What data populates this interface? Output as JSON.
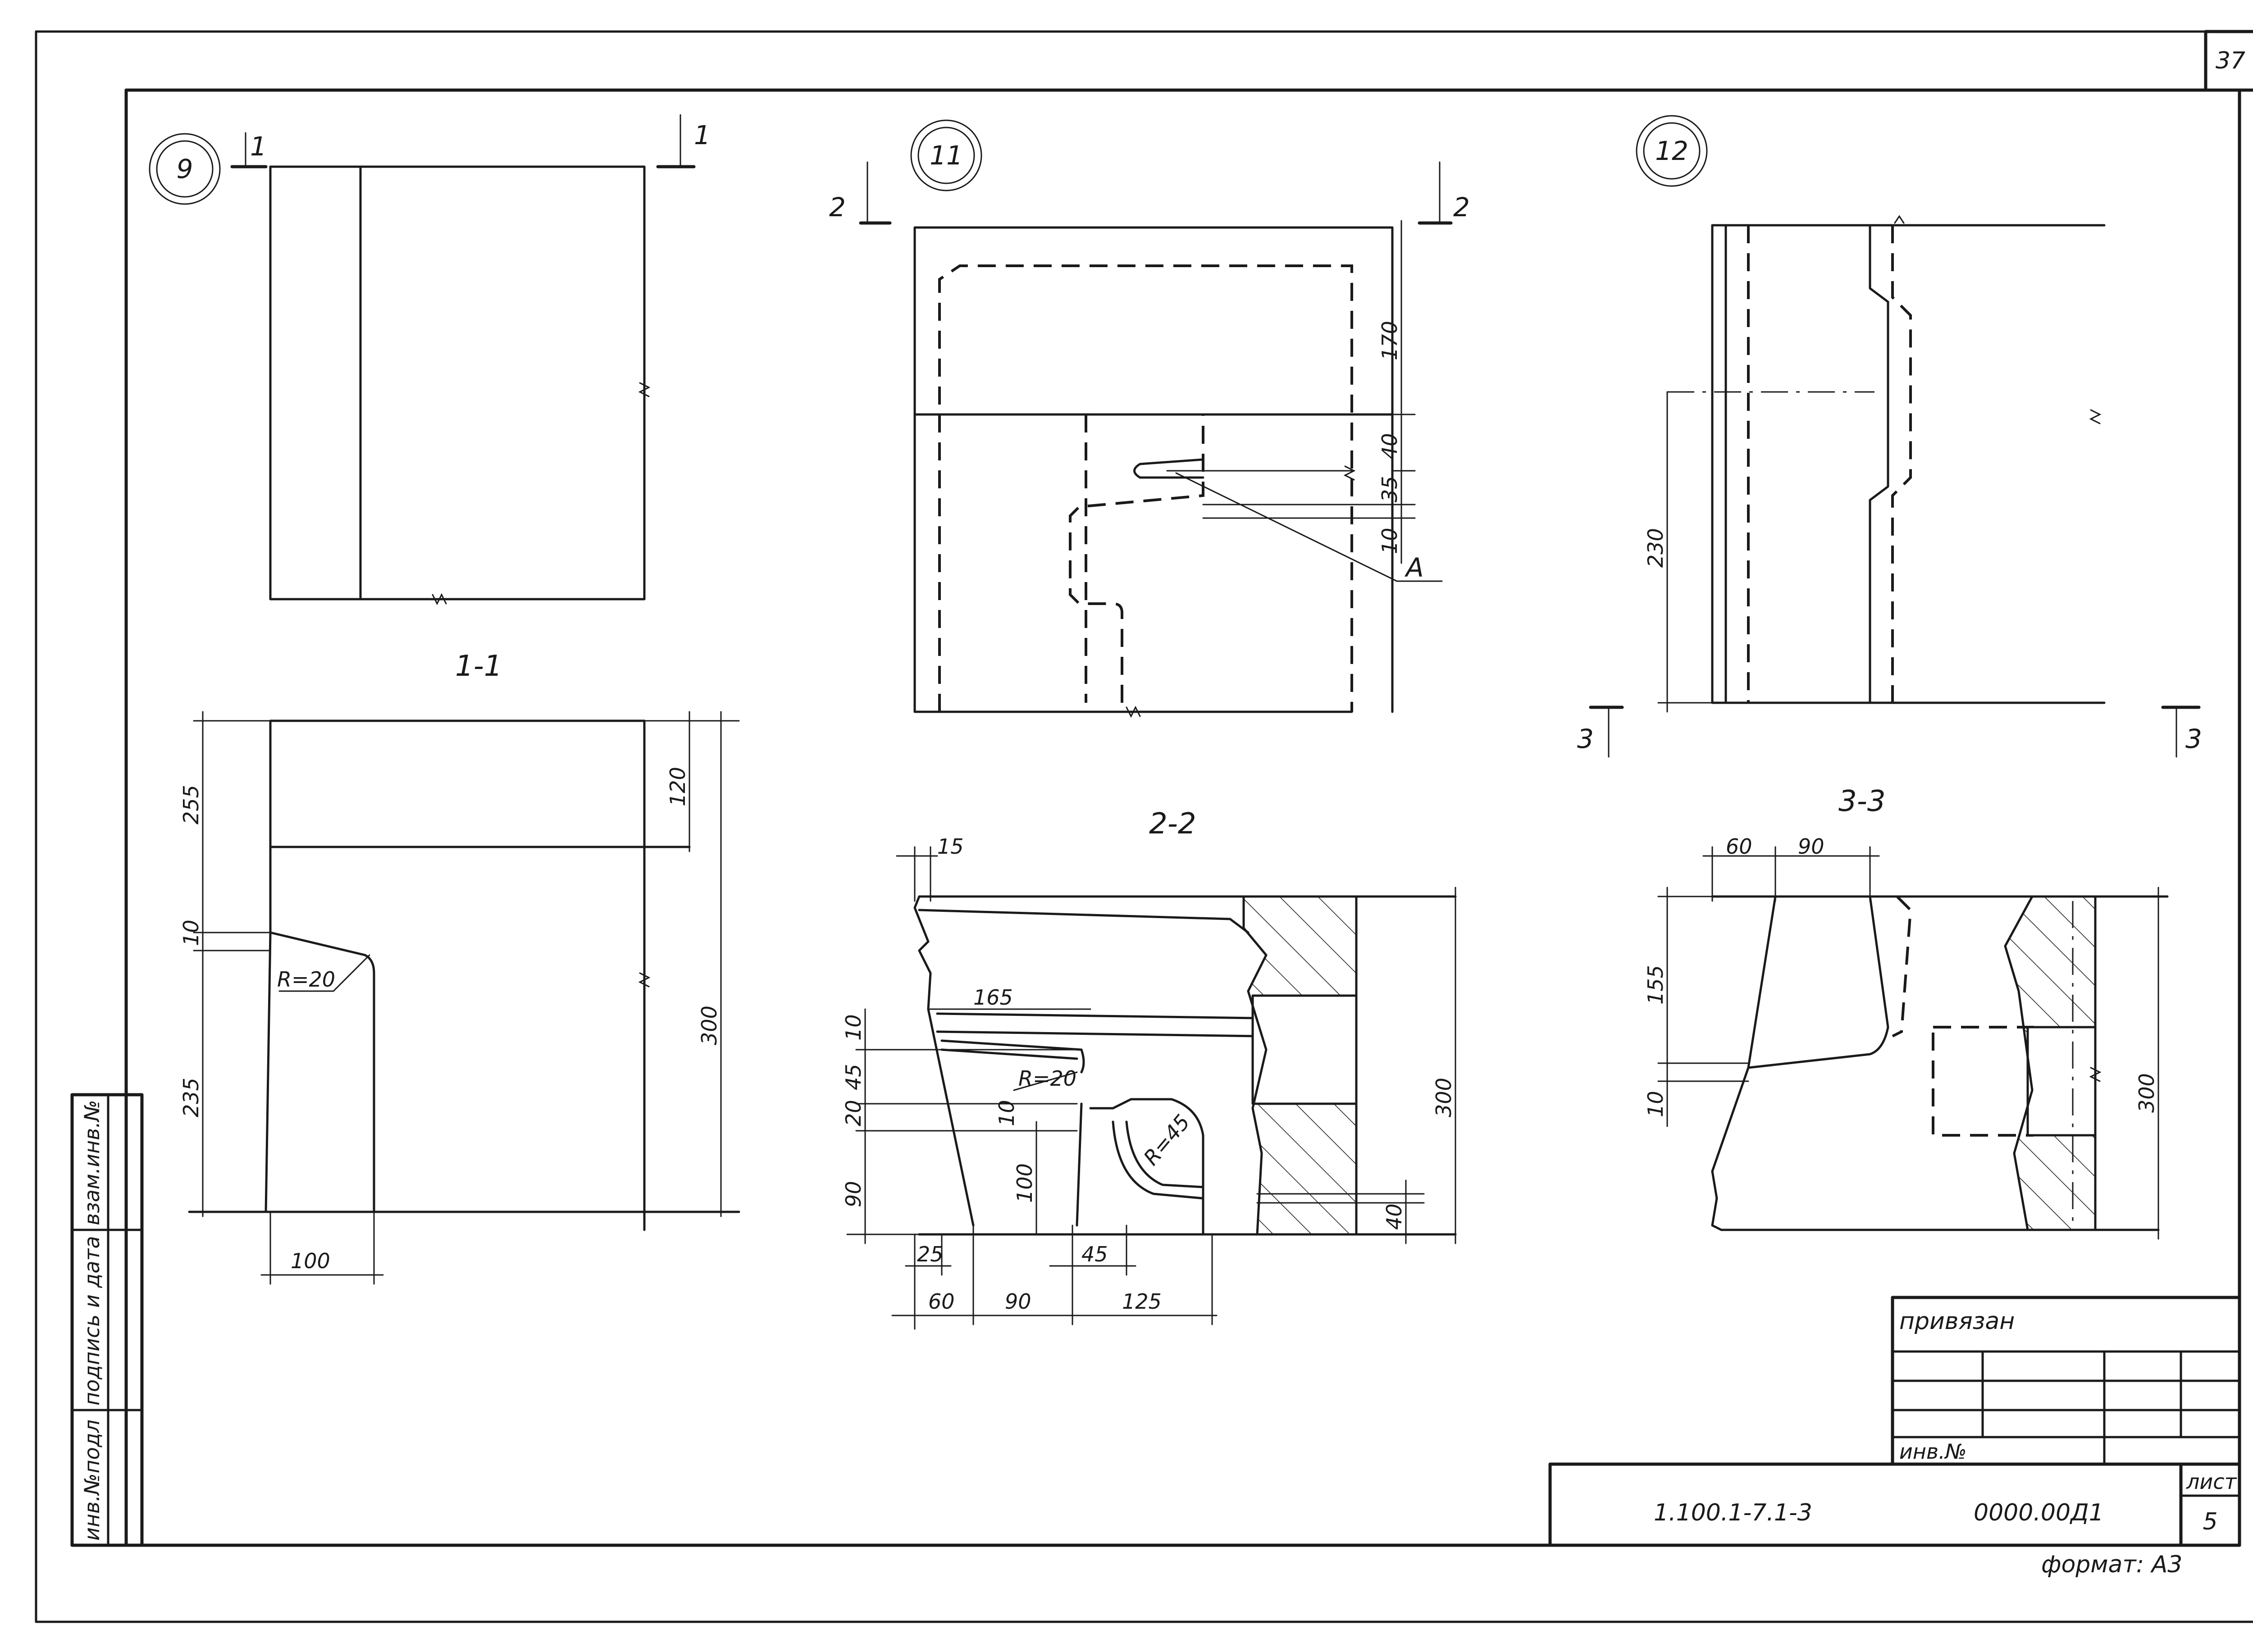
{
  "sheet": {
    "page_number": "37",
    "format": "формат: А3"
  },
  "title_block": {
    "linked_label": "привязан",
    "inv_no_label": "инв.№",
    "doc_code": "1.100.1-7.1-3",
    "doc_number": "0000.00Д1",
    "sheet_label": "лист",
    "sheet_number": "5"
  },
  "side_stamp": {
    "inv_orig": "инв.№подл",
    "sign_date": "подпись и дата",
    "replaces": "взам.инв.№"
  },
  "markers": {
    "m9": "9",
    "m11": "11",
    "m12": "12",
    "cut_1": "1",
    "cut_2": "2",
    "cut_3": "3",
    "leader_a": "А"
  },
  "sections": {
    "s11": "1-1",
    "s22": "2-2",
    "s33": "3-3"
  },
  "dims": {
    "v11_170": "170",
    "v11_40": "40",
    "v11_35": "35",
    "v11_10": "10",
    "v12_230": "230",
    "s11_255": "255",
    "s11_120": "120",
    "s11_10": "10",
    "s11_r20": "R=20",
    "s11_235": "235",
    "s11_300": "300",
    "s11_100": "100",
    "s22_15": "15",
    "s22_165": "165",
    "s22_10a": "10",
    "s22_45": "45",
    "s22_r20": "R=20",
    "s22_20": "20",
    "s22_10b": "10",
    "s22_90": "90",
    "s22_100": "100",
    "s22_r45": "R=45",
    "s22_300": "300",
    "s22_40": "40",
    "s22_25": "25",
    "s22_45b": "45",
    "s22_60": "60",
    "s22_90b": "90",
    "s22_125": "125",
    "s33_60": "60",
    "s33_90": "90",
    "s33_155": "155",
    "s33_10": "10",
    "s33_300": "300"
  }
}
